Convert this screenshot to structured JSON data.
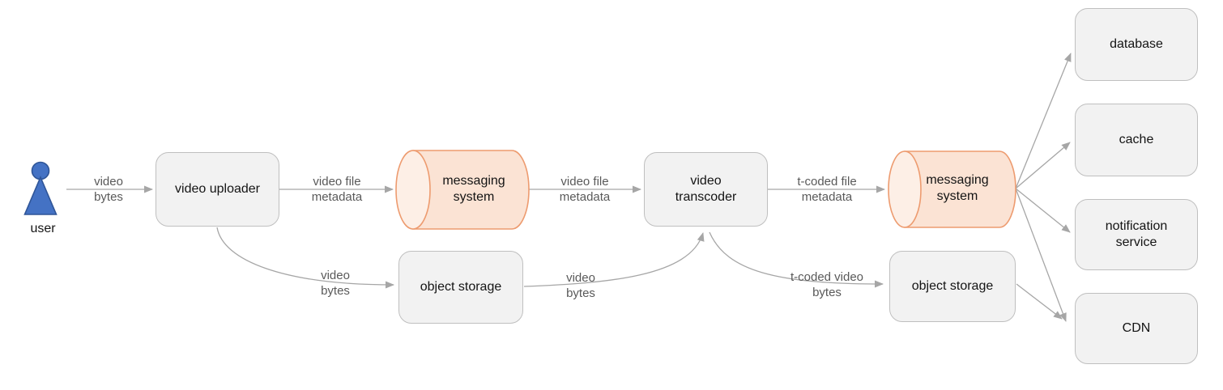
{
  "diagram": {
    "description": "video processing pipeline architecture diagram",
    "nodes": {
      "user": {
        "label": "user",
        "type": "actor"
      },
      "video_uploader": {
        "label": "video uploader",
        "type": "service"
      },
      "messaging_system_1": {
        "label": "messaging system",
        "type": "queue-cylinder"
      },
      "video_transcoder": {
        "label": "video transcoder",
        "type": "service"
      },
      "messaging_system_2": {
        "label": "messaging system",
        "type": "queue-cylinder"
      },
      "object_storage_1": {
        "label": "object storage",
        "type": "storage"
      },
      "object_storage_2": {
        "label": "object storage",
        "type": "storage"
      },
      "database": {
        "label": "database",
        "type": "service"
      },
      "cache": {
        "label": "cache",
        "type": "service"
      },
      "notification_service": {
        "label": "notification service",
        "type": "service"
      },
      "cdn": {
        "label": "CDN",
        "type": "service"
      }
    },
    "edges": {
      "user_to_video_uploader": {
        "from": "user",
        "to": "video_uploader",
        "label": "video bytes"
      },
      "video_uploader_to_messaging_system_1": {
        "from": "video_uploader",
        "to": "messaging_system_1",
        "label": "video file metadata"
      },
      "messaging_system_1_to_video_transcoder": {
        "from": "messaging_system_1",
        "to": "video_transcoder",
        "label": "video file metadata"
      },
      "video_transcoder_to_messaging_system_2": {
        "from": "video_transcoder",
        "to": "messaging_system_2",
        "label": "t-coded file metadata"
      },
      "video_uploader_to_object_storage_1": {
        "from": "video_uploader",
        "to": "object_storage_1",
        "label": "video bytes"
      },
      "object_storage_1_to_video_transcoder": {
        "from": "object_storage_1",
        "to": "video_transcoder",
        "label": "video bytes"
      },
      "video_transcoder_to_object_storage_2": {
        "from": "video_transcoder",
        "to": "object_storage_2",
        "label": "t-coded video bytes"
      },
      "messaging_system_2_to_database": {
        "from": "messaging_system_2",
        "to": "database",
        "label": ""
      },
      "messaging_system_2_to_cache": {
        "from": "messaging_system_2",
        "to": "cache",
        "label": ""
      },
      "messaging_system_2_to_notification_service": {
        "from": "messaging_system_2",
        "to": "notification_service",
        "label": ""
      },
      "messaging_system_2_to_cdn": {
        "from": "messaging_system_2",
        "to": "cdn",
        "label": ""
      },
      "object_storage_2_to_cdn": {
        "from": "object_storage_2",
        "to": "cdn",
        "label": ""
      }
    },
    "colors": {
      "node_fill": "#f2f2f2",
      "node_border": "#bfbfbf",
      "queue_fill": "#fbe3d4",
      "queue_cap_fill": "#fdefe6",
      "queue_border": "#ed9b6f",
      "arrow": "#a6a6a6",
      "edge_label_text": "#595959",
      "node_label_text": "#141414",
      "actor_fill": "#4472c4",
      "actor_border": "#2f5597"
    }
  }
}
